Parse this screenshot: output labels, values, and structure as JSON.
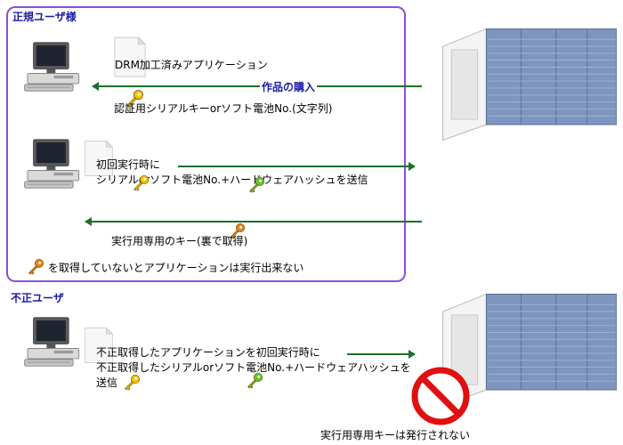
{
  "legit": {
    "title": "正規ユーザ様",
    "app_label": "DRM加工済みアプリケーション",
    "purchase_label": "作品の購入",
    "serial_label": "認証用シリアルキーorソフト電池No.(文字列)",
    "first_run_line1": "初回実行時に",
    "first_run_line2": "シリアルorソフト電池No.+ハードウェアハッシュを送信",
    "exec_key_label": "実行用専用のキー(裏で取得)",
    "note": "を取得していないとアプリケーションは実行出来ない"
  },
  "illegal": {
    "title": "不正ユーザ",
    "line1": "不正取得したアプリケーションを初回実行時に",
    "line2": "不正取得したシリアルorソフト電池No.+ハードウェアハッシュを",
    "line3": "送信",
    "result": "実行用専用キーは発行されない"
  },
  "icons": {
    "computer": "computer-icon",
    "server": "server-icon",
    "document": "document-icon",
    "key": "key-icon",
    "prohibited": "prohibited-icon"
  },
  "colors": {
    "box_border": "#8c4fd9",
    "title": "#1a1aa6",
    "arrow": "#1f6f2a",
    "key_yellow": "#f5c400",
    "key_green": "#5fc62e",
    "key_orange": "#e8821e",
    "prohibited": "#e01010"
  }
}
